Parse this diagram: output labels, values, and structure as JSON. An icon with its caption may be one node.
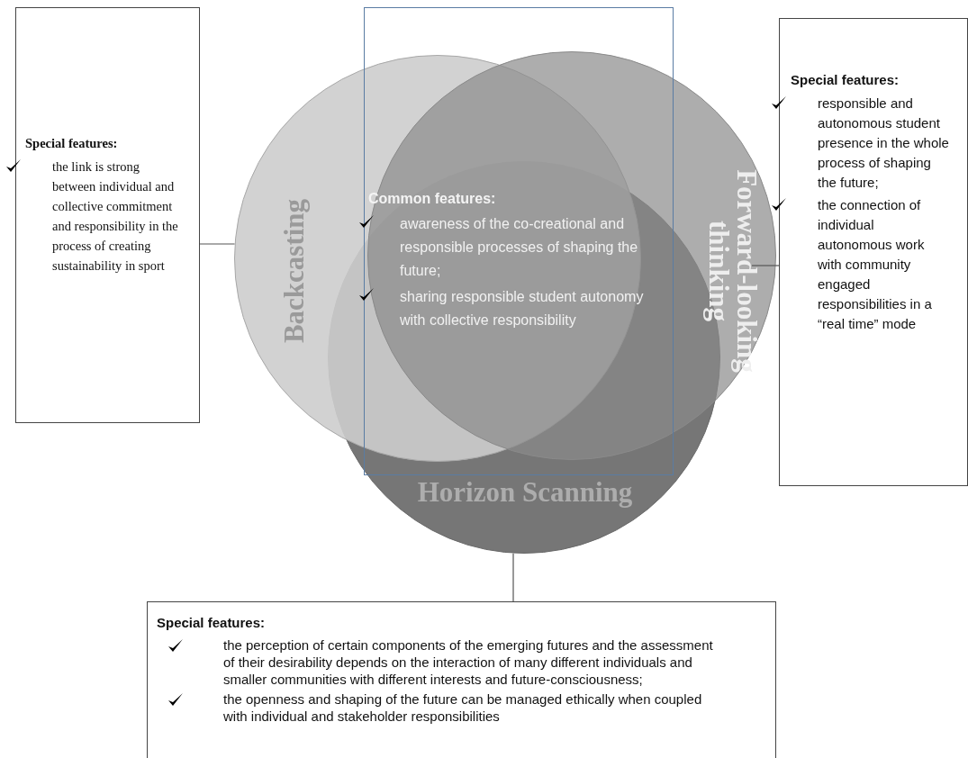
{
  "diagram": {
    "nodes": [
      {
        "text": [
          "Backcasting"
        ]
      },
      {
        "text": [
          "Forward-looking thinking"
        ]
      },
      {
        "text": [
          "Horizon Scanning"
        ]
      },
      {
        "text": [
          "Common features:",
          "awareness of the co-creational and responsible processes of shaping the future;",
          "sharing responsible student autonomy with collective responsibility"
        ]
      },
      {
        "text": [
          "Special features:",
          "the link is strong between individual and collective commitment and responsibility in the process of creating sustainability in sport"
        ]
      },
      {
        "text": [
          "Special features:",
          "responsible and autonomous student presence in the whole process of shaping the future;",
          "the connection of individual autonomous work with community engaged responsibilities in a “real time” mode"
        ]
      },
      {
        "text": [
          "Special features:",
          "the perception of certain components of the emerging futures and the assessment of their desirability depends on the interaction of many different individuals and smaller communities with different interests and future-consciousness;",
          "the openness and shaping of the future can be managed ethically when coupled with individual and stakeholder responsibilities"
        ]
      }
    ],
    "edges": [
      {
        "from": 4,
        "to": 0,
        "arrow": "none"
      },
      {
        "from": 5,
        "to": 1,
        "arrow": "none"
      },
      {
        "from": 6,
        "to": 2,
        "arrow": "none"
      }
    ]
  }
}
